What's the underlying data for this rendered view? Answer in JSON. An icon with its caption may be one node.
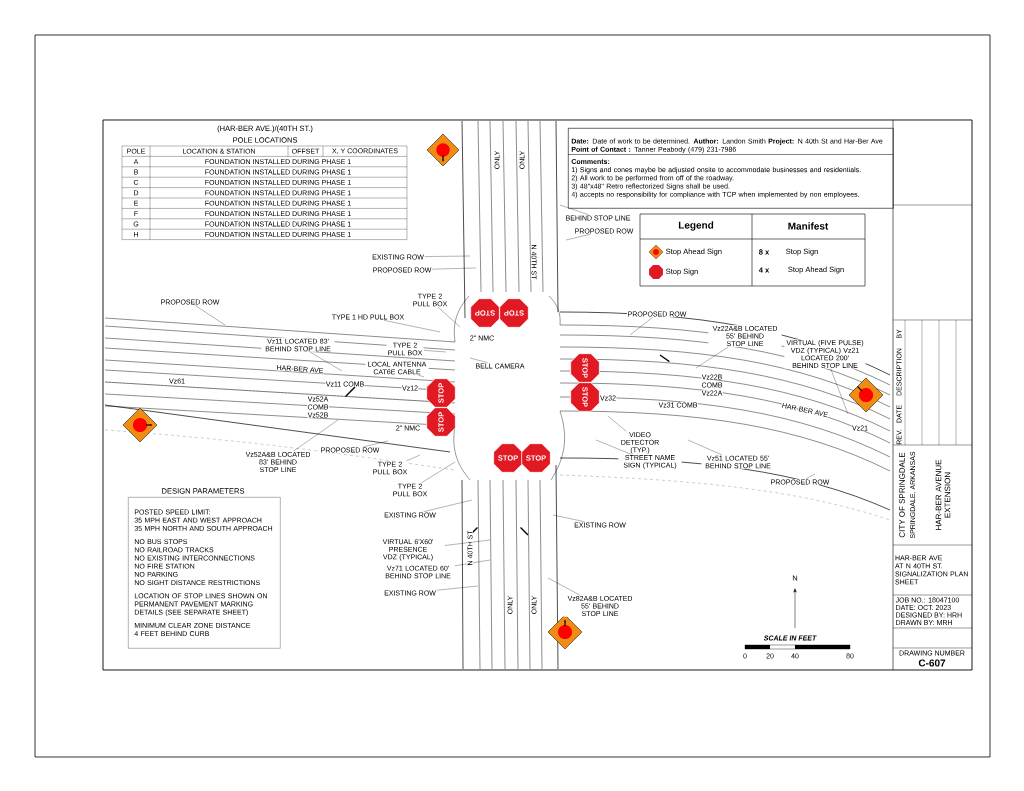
{
  "diagram": {
    "nodes": [
      {
        "text": [
          "**Date:** Date of work to be determined. **Author:** Landon Smith **Project:** N 40th St and Har-Ber Ave",
          "**Point of Contact :** Tanner Peabody (479) 231-7986",
          "Comments:",
          "1) Signs and cones maybe be adjusted onsite to accommodate businesses and residentials.",
          "2) All work to be performed from off of the roadway.",
          "3) 48\"x48\" Retro reflectorized Signs shall be used.",
          "4) accepts no responsibility for compliance with TCP when implemented by non employees."
        ]
      },
      {
        "text": [
          "STOP"
        ]
      },
      {
        "text": [
          "STOP"
        ]
      },
      {
        "text": [
          "STOP"
        ]
      },
      {
        "text": [
          "STOP"
        ]
      },
      {
        "text": [
          "STOP"
        ]
      },
      {
        "text": [
          "STOP"
        ]
      },
      {
        "text": [
          "STOP"
        ]
      },
      {
        "text": [
          "STOP"
        ]
      },
      {
        "text": [
          "BEHIND STOP LINE"
        ]
      },
      {
        "text": [
          "PROPOSED ROW"
        ]
      },
      {
        "text": [
          "EXISTING ROW"
        ]
      },
      {
        "text": [
          "PROPOSED ROW"
        ]
      },
      {
        "text": [
          "PROPOSED ROW"
        ]
      },
      {
        "text": [
          "TYPE 2 PULL BOX"
        ]
      },
      {
        "text": [
          "TYPE 1 HD PULL BOX"
        ]
      },
      {
        "text": [
          "PROPOSED ROW"
        ]
      },
      {
        "text": [
          "Vz11 LOCATED 83' BEHIND STOP LINE"
        ]
      },
      {
        "text": [
          "TYPE 2 PULL BOX"
        ]
      },
      {
        "text": [
          "Vz22A&B LOCATED 55' BEHIND STOP LINE"
        ]
      },
      {
        "text": [
          "VIRTUAL (FIVE PULSE) VDZ (TYPICAL) Vz21 LOCATED 200' BEHIND STOP LINE"
        ]
      },
      {
        "text": [
          "LOCAL ANTENNA CAT6E CABLE"
        ]
      },
      {
        "text": [
          "BELL CAMERA"
        ]
      },
      {
        "text": [
          "Vz52A&B LOCATED 83' BEHIND STOP LINE"
        ]
      },
      {
        "text": [
          "PROPOSED ROW"
        ]
      },
      {
        "text": [
          "TYPE 2 PULL BOX"
        ]
      },
      {
        "text": [
          "VIDEO DETECTOR (TYP.)"
        ]
      },
      {
        "text": [
          "STREET NAME SIGN (TYPICAL)"
        ]
      },
      {
        "text": [
          "Vz51 LOCATED 55' BEHIND STOP LINE"
        ]
      },
      {
        "text": [
          "TYPE 2 PULL BOX"
        ]
      },
      {
        "text": [
          "PROPOSED ROW"
        ]
      },
      {
        "text": [
          "EXISTING ROW"
        ]
      },
      {
        "text": [
          "EXISTING ROW"
        ]
      },
      {
        "text": [
          "VIRTUAL 6'X60' PRESENCE VDZ (TYPICAL)"
        ]
      },
      {
        "text": [
          "Vz71 LOCATED 60' BEHIND STOP LINE"
        ]
      },
      {
        "text": [
          "EXISTING ROW"
        ]
      },
      {
        "text": [
          "Vz82A&B LOCATED 55' BEHIND STOP LINE"
        ]
      },
      {
        "text": [
          "DESIGN PARAMETERS",
          "POSTED SPEED LIMIT:",
          "35 MPH EAST AND WEST APPROACH",
          "35 MPH NORTH AND SOUTH APPROACH",
          "NO BUS STOPS",
          "NO RAILROAD TRACKS",
          "NO EXISTING INTERCONNECTIONS",
          "NO FIRE STATION",
          "NO PARKING",
          "NO SIGHT DISTANCE RESTRICTIONS",
          "LOCATION OF STOP LINES SHOWN ON",
          "PERMANENT PAVEMENT MARKING",
          "DETAILS (SEE SEPARATE SHEET)",
          "MINIMUM CLEAR ZONE DISTANCE",
          "4 FEET BEHIND CURB"
        ]
      }
    ],
    "edges": [
      {
        "from": 9,
        "to": null,
        "arrow": "none"
      },
      {
        "from": 10,
        "to": null,
        "arrow": "none"
      },
      {
        "from": 11,
        "to": null,
        "arrow": "none"
      },
      {
        "from": 12,
        "to": null,
        "arrow": "none"
      },
      {
        "from": 13,
        "to": null,
        "arrow": "none"
      },
      {
        "from": 14,
        "to": null,
        "arrow": "none"
      },
      {
        "from": 15,
        "to": null,
        "arrow": "none"
      },
      {
        "from": 16,
        "to": null,
        "arrow": "none"
      },
      {
        "from": 17,
        "to": null,
        "arrow": "none"
      },
      {
        "from": 18,
        "to": null,
        "arrow": "none"
      },
      {
        "from": 19,
        "to": null,
        "arrow": "none"
      },
      {
        "from": 20,
        "to": null,
        "arrow": "none"
      },
      {
        "from": 21,
        "to": null,
        "arrow": "none"
      },
      {
        "from": 22,
        "to": null,
        "arrow": "none"
      },
      {
        "from": 23,
        "to": null,
        "arrow": "none"
      },
      {
        "from": 24,
        "to": null,
        "arrow": "none"
      },
      {
        "from": 25,
        "to": null,
        "arrow": "none"
      },
      {
        "from": 26,
        "to": null,
        "arrow": "none"
      },
      {
        "from": 27,
        "to": null,
        "arrow": "none"
      },
      {
        "from": 28,
        "to": null,
        "arrow": "none"
      },
      {
        "from": 29,
        "to": null,
        "arrow": "none"
      },
      {
        "from": 30,
        "to": null,
        "arrow": "none"
      },
      {
        "from": 31,
        "to": null,
        "arrow": "none"
      },
      {
        "from": 32,
        "to": null,
        "arrow": "none"
      },
      {
        "from": 33,
        "to": null,
        "arrow": "none"
      },
      {
        "from": 34,
        "to": null,
        "arrow": "none"
      },
      {
        "from": 35,
        "to": null,
        "arrow": "none"
      },
      {
        "from": 36,
        "to": null,
        "arrow": "none"
      }
    ],
    "labels": [
      "(HAR-BER AVE.)/(40TH ST.)",
      "POLE LOCATIONS",
      "POLE",
      "LOCATION & STATION",
      "OFFSET",
      "X, Y COORDINATES",
      "A",
      "FOUNDATION INSTALLED DURING PHASE 1",
      "B",
      "FOUNDATION INSTALLED DURING PHASE 1",
      "C",
      "FOUNDATION INSTALLED DURING PHASE 1",
      "D",
      "FOUNDATION INSTALLED DURING PHASE 1",
      "E",
      "FOUNDATION INSTALLED DURING PHASE 1",
      "F",
      "FOUNDATION INSTALLED DURING PHASE 1",
      "G",
      "FOUNDATION INSTALLED DURING PHASE 1",
      "H",
      "FOUNDATION INSTALLED DURING PHASE 1",
      "Legend",
      "Manifest",
      "8 x",
      "Stop Sign",
      "4 x",
      "Stop Ahead Sign",
      "HAR-BER AVE",
      "Vz61",
      "Vz11 COMB",
      "Vz12",
      "Vz52A",
      "COMB",
      "Vz52B",
      "2\" NMC",
      "2\" NMC",
      "Vz32",
      "Vz22B",
      "COMB",
      "Vz22A",
      "Vz31 COMB",
      "HAR-BER AVE",
      "Vz21",
      "N 40TH ST",
      "ONLY",
      "ONLY",
      "N 40TH ST",
      "ONLY",
      "ONLY",
      "N",
      "SCALE IN FEET",
      "0",
      "20",
      "40",
      "80",
      "BY",
      "DESCRIPTION",
      "DATE",
      "REV.",
      "CITY OF SPRINGDALE",
      "SPRINGDALE, ARKANSAS",
      "HAR-BER AVENUE EXTENSION",
      "HAR-BER AVE AT N 40TH ST. SIGNALIZATION PLAN SHEET",
      "JOB NO.: 18047100",
      "DATE: OCT. 2023",
      "DESIGNED BY: HRH",
      "DRAWN BY: MRH",
      "DRAWING NUMBER",
      "C-607"
    ],
    "legend": [
      {
        "text": "Stop Ahead Sign"
      },
      {
        "text": "Stop Sign"
      }
    ]
  }
}
